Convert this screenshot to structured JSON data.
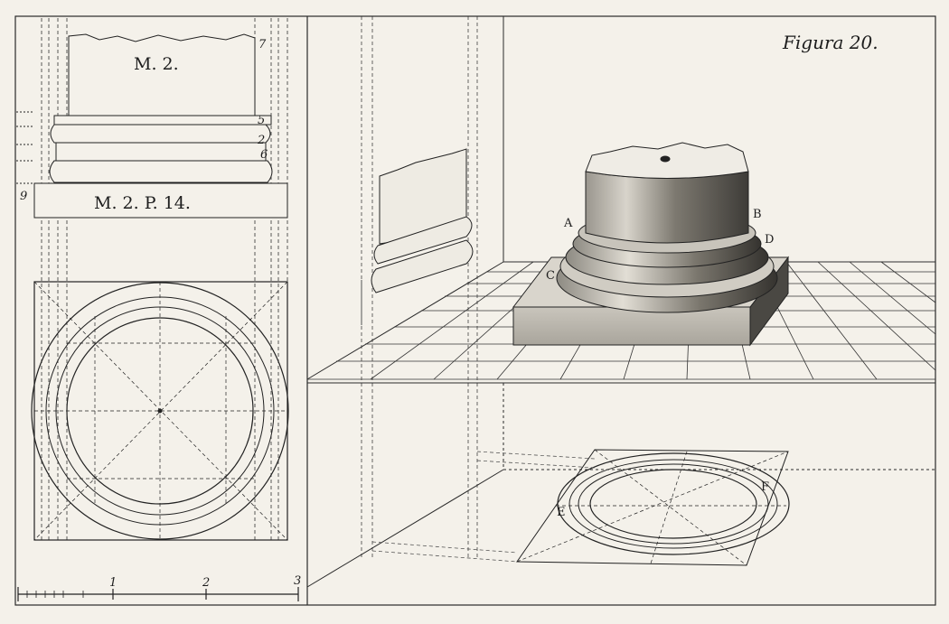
{
  "figure": {
    "title": "Figura 20."
  },
  "elevation": {
    "upper_label": "M. 2.",
    "lower_label": "M. 2. P. 14.",
    "top_number": "7",
    "right_numbers": [
      "5",
      "2",
      "6"
    ],
    "left_numbers": [
      "9"
    ]
  },
  "perspective_points": [
    "A",
    "B",
    "C",
    "D",
    "E",
    "F"
  ],
  "scale": {
    "marks": [
      "1",
      "2",
      "3"
    ]
  },
  "colors": {
    "ink": "#2a2a2a",
    "paper": "#f4f1ea",
    "shade": "#8a8780"
  }
}
